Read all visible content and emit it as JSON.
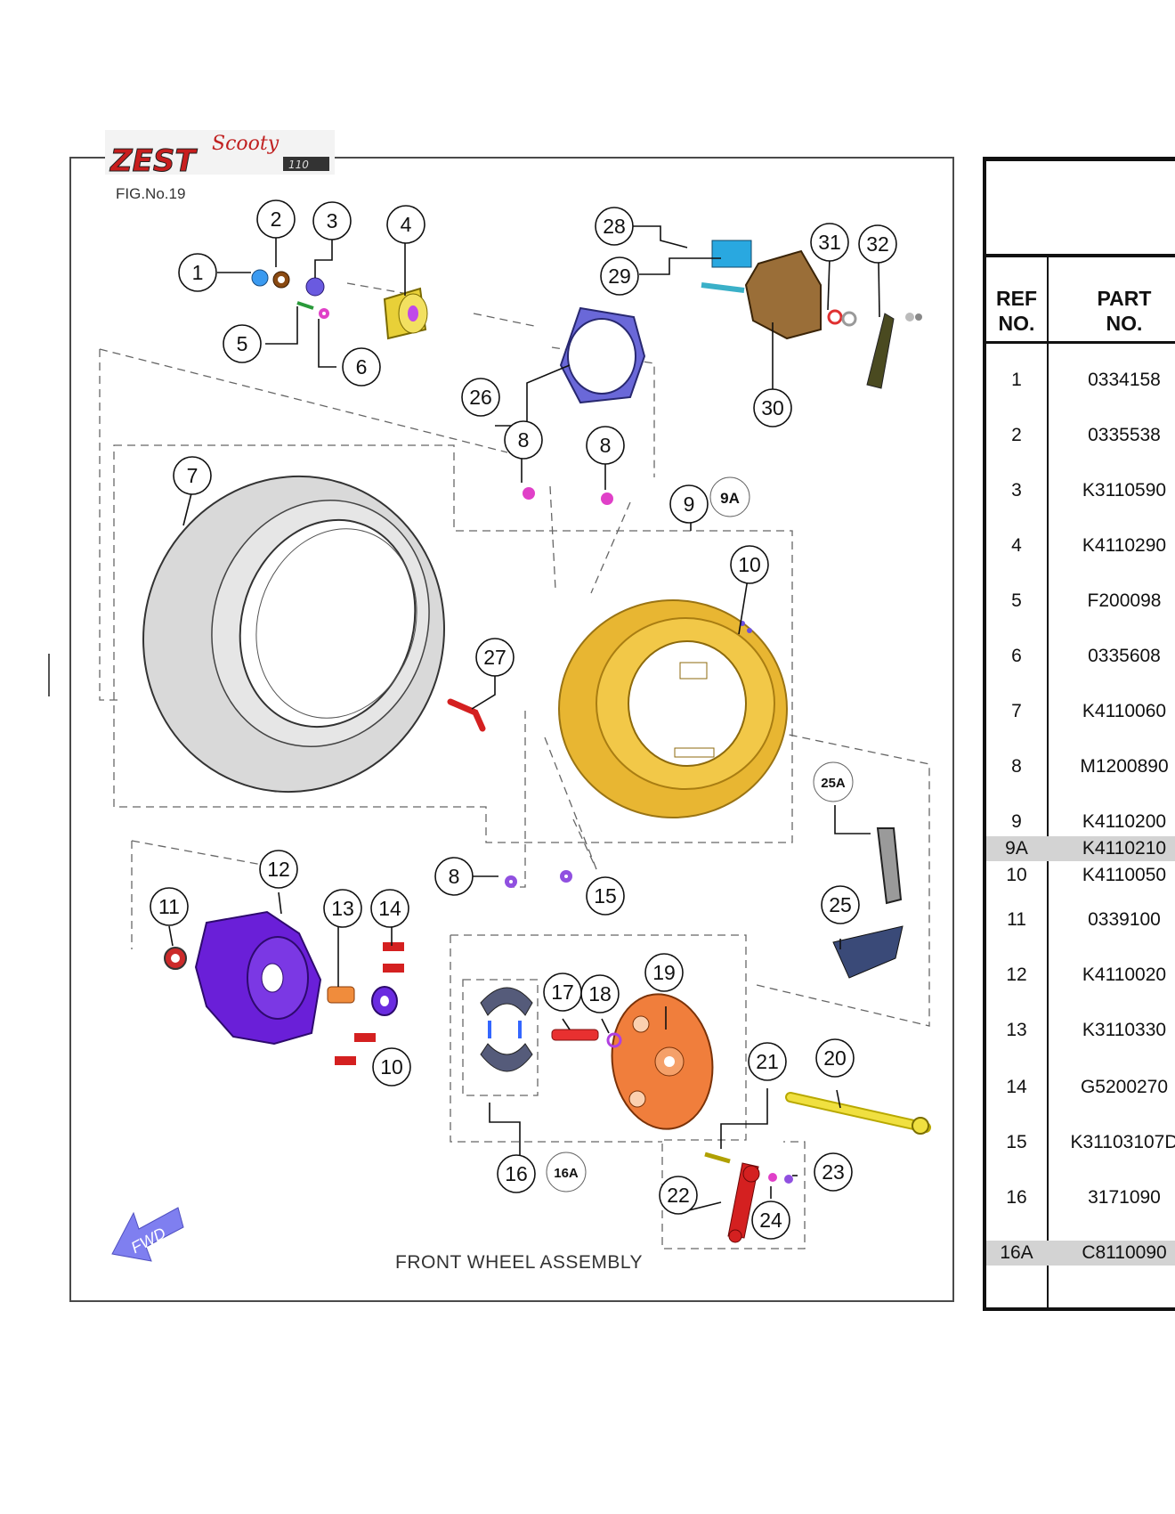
{
  "figure": {
    "logo_text": "Scooty Zest 110",
    "fig_no": "FIG.No.19",
    "caption": "FRONT WHEEL ASSEMBLY",
    "fwd_label": "FWD",
    "callouts": [
      "1",
      "2",
      "3",
      "4",
      "5",
      "6",
      "7",
      "8",
      "8",
      "8",
      "9",
      "9A",
      "10",
      "10",
      "11",
      "12",
      "13",
      "14",
      "15",
      "16",
      "16A",
      "17",
      "18",
      "19",
      "20",
      "21",
      "22",
      "23",
      "24",
      "25",
      "25A",
      "26",
      "27",
      "28",
      "29",
      "30",
      "31",
      "32"
    ]
  },
  "table": {
    "header_ref": "REF\nNO.",
    "header_ref_line1": "REF",
    "header_ref_line2": "NO.",
    "header_part_line1": "PART",
    "header_part_line2": "NO.",
    "rows": [
      {
        "ref": "1",
        "part": "0334158"
      },
      {
        "ref": "2",
        "part": "0335538"
      },
      {
        "ref": "3",
        "part": "K3110590"
      },
      {
        "ref": "4",
        "part": "K4110290"
      },
      {
        "ref": "5",
        "part": "F200098"
      },
      {
        "ref": "6",
        "part": "0335608"
      },
      {
        "ref": "7",
        "part": "K4110060"
      },
      {
        "ref": "8",
        "part": "M1200890"
      },
      {
        "ref": "9",
        "part": "K4110200"
      },
      {
        "ref": "9A",
        "part": "K4110210"
      },
      {
        "ref": "10",
        "part": "K4110050"
      },
      {
        "ref": "11",
        "part": "0339100"
      },
      {
        "ref": "12",
        "part": "K4110020"
      },
      {
        "ref": "13",
        "part": "K3110330"
      },
      {
        "ref": "14",
        "part": "G5200270"
      },
      {
        "ref": "15",
        "part": "K31103107D"
      },
      {
        "ref": "16",
        "part": "3171090"
      },
      {
        "ref": "16A",
        "part": "C8110090"
      }
    ]
  },
  "colors": {
    "rim": "#e8b632",
    "hub": "#6a1fd8",
    "brake_plate": "#f07e3c",
    "tyre": "#d9d9d9",
    "fwd_arrow": "#7f7ff0",
    "table_highlight": "#d3d3d3"
  }
}
